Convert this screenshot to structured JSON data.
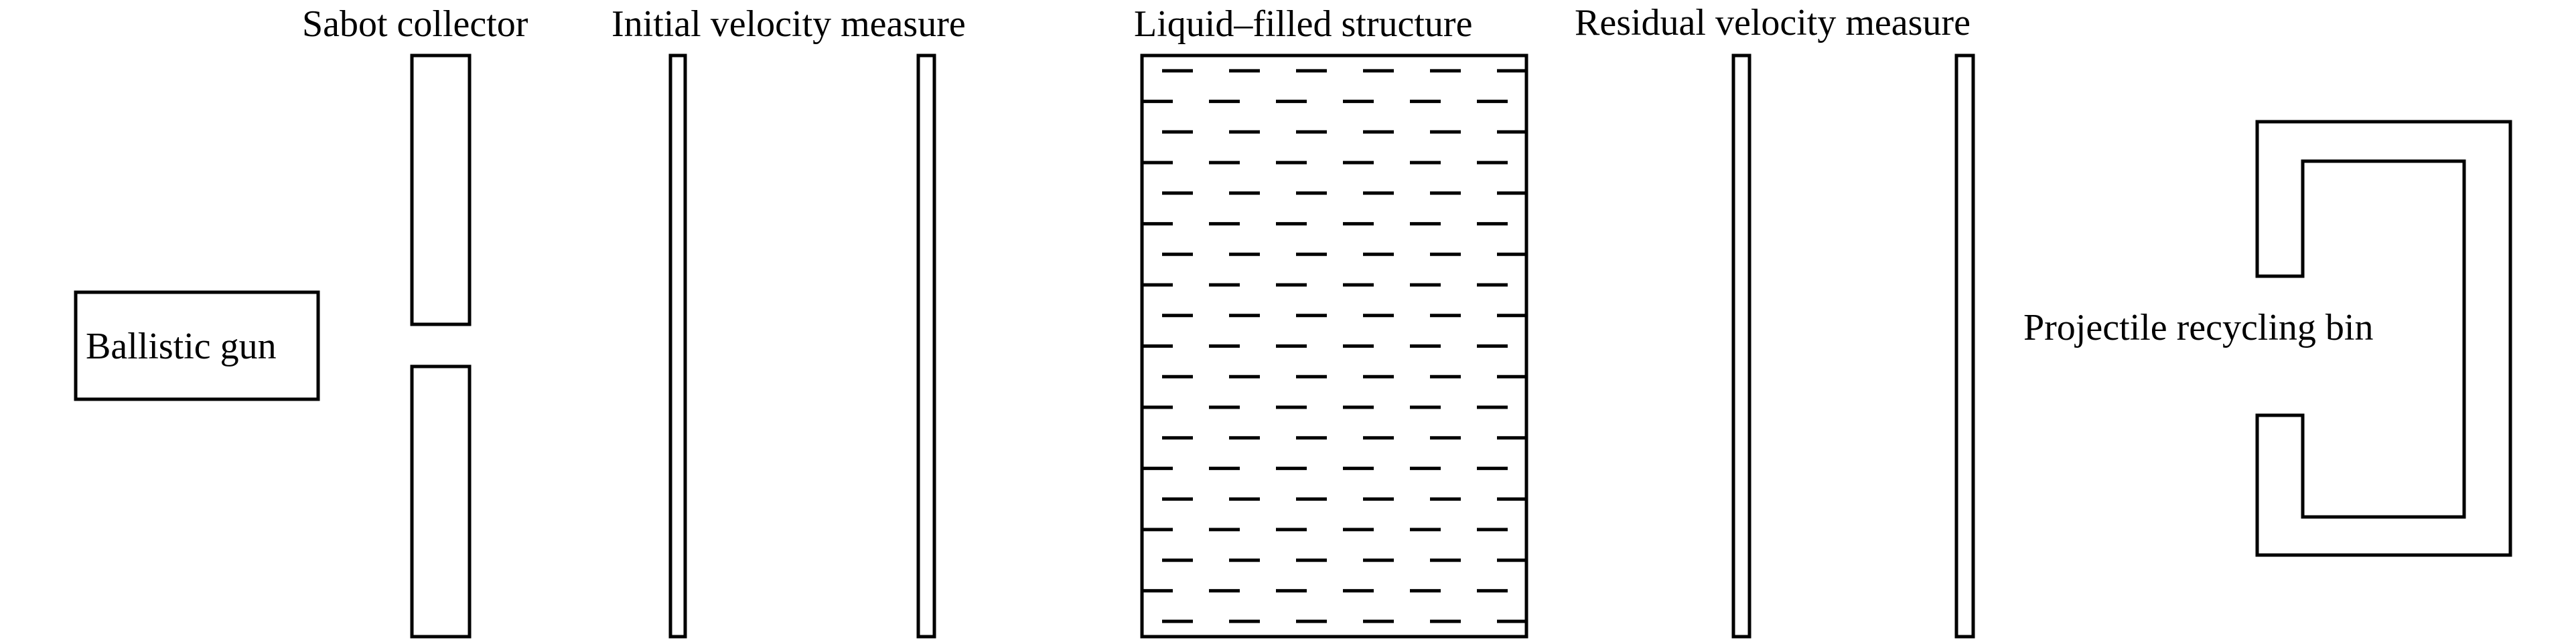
{
  "diagram": {
    "labels": {
      "ballistic_gun": "Ballistic gun",
      "sabot_collector": "Sabot collector",
      "initial_velocity": "Initial velocity measure",
      "liquid_filled": "Liquid–filled structure",
      "residual_velocity": "Residual velocity measure",
      "recycling_bin": "Projectile recycling bin"
    },
    "colors": {
      "stroke": "#000000",
      "background": "#ffffff"
    }
  }
}
